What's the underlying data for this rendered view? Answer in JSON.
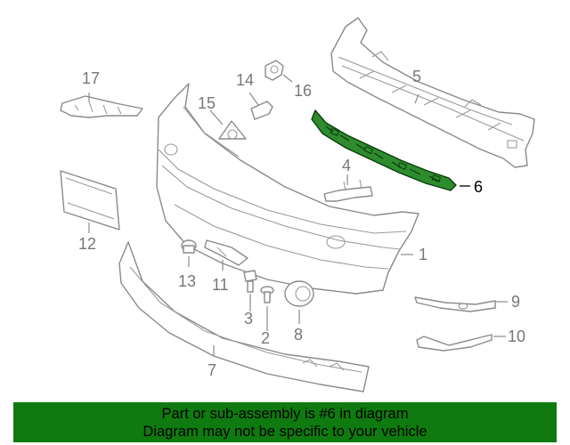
{
  "diagram": {
    "callouts": [
      {
        "id": "17",
        "label": "17"
      },
      {
        "id": "14",
        "label": "14"
      },
      {
        "id": "16",
        "label": "16"
      },
      {
        "id": "5",
        "label": "5"
      },
      {
        "id": "15",
        "label": "15"
      },
      {
        "id": "6",
        "label": "6",
        "highlighted": true
      },
      {
        "id": "4",
        "label": "4"
      },
      {
        "id": "12",
        "label": "12"
      },
      {
        "id": "1",
        "label": "1"
      },
      {
        "id": "13",
        "label": "13"
      },
      {
        "id": "11",
        "label": "11"
      },
      {
        "id": "3",
        "label": "3"
      },
      {
        "id": "8",
        "label": "8"
      },
      {
        "id": "2",
        "label": "2"
      },
      {
        "id": "9",
        "label": "9"
      },
      {
        "id": "10",
        "label": "10"
      },
      {
        "id": "7",
        "label": "7"
      }
    ],
    "highlight_color": "#2e8b2e"
  },
  "banner": {
    "line1": "Part or sub-assembly is #6 in diagram",
    "line2": "Diagram may not be specific to your vehicle",
    "background": "#0f7a0f"
  }
}
